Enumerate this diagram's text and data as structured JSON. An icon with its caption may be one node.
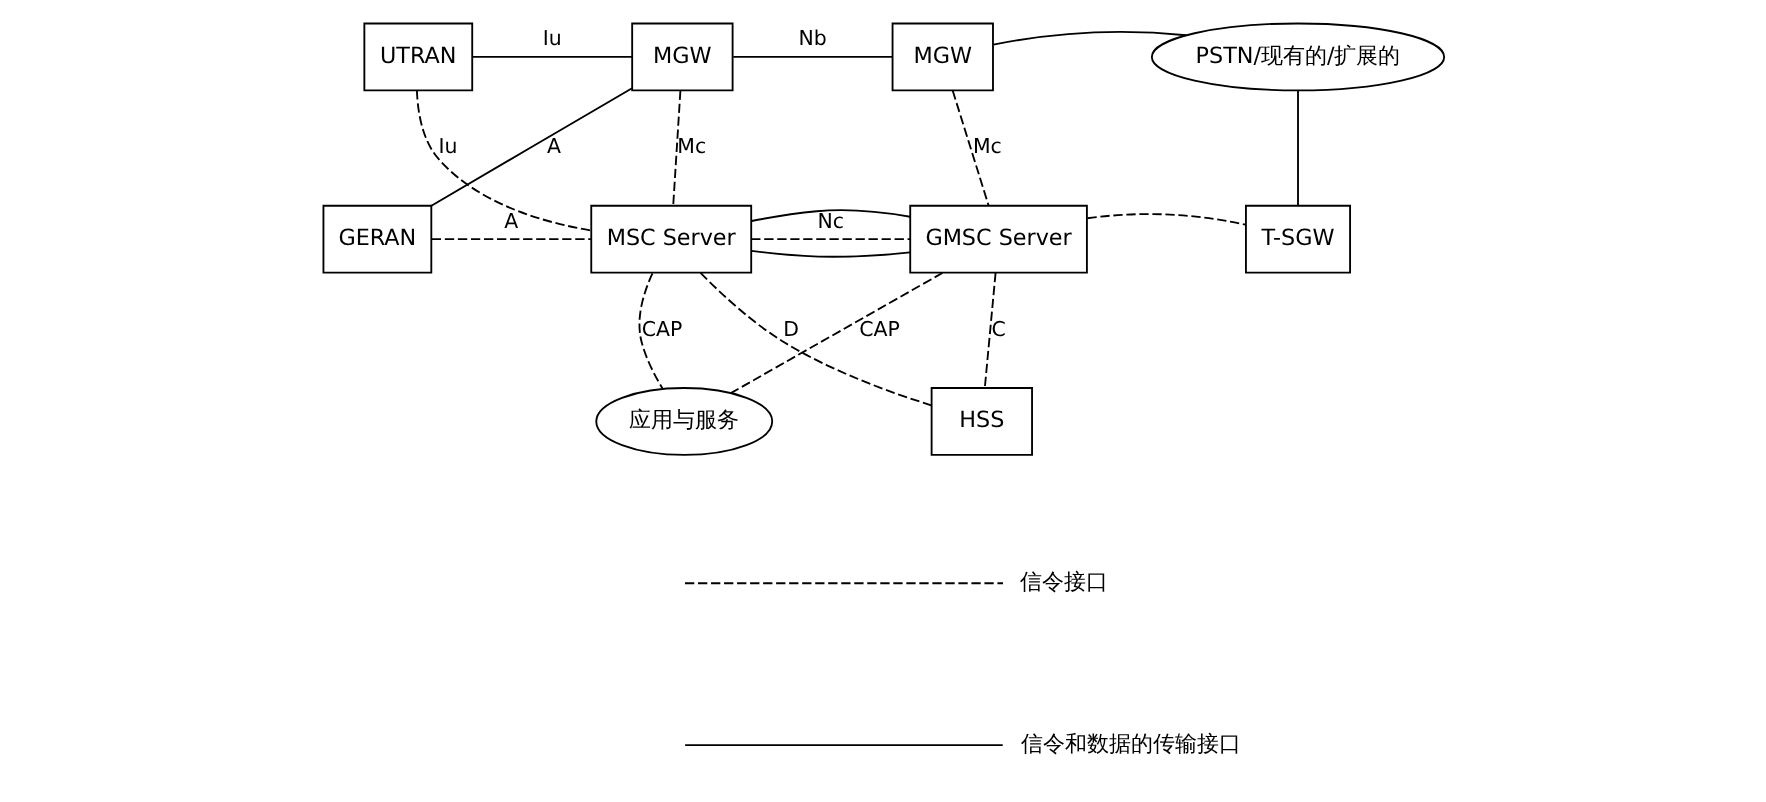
{
  "diagram": {
    "nodes": [
      {
        "text": [
          "UTRAN"
        ]
      },
      {
        "text": [
          "MGW"
        ]
      },
      {
        "text": [
          "MGW"
        ]
      },
      {
        "text": [
          "PSTN/现有的/扩展的"
        ]
      },
      {
        "text": [
          "GERAN"
        ]
      },
      {
        "text": [
          "MSC Server"
        ]
      },
      {
        "text": [
          "GMSC Server"
        ]
      },
      {
        "text": [
          "T-SGW"
        ]
      },
      {
        "text": [
          "应用与服务"
        ]
      },
      {
        "text": [
          "HSS"
        ]
      }
    ],
    "edges": [
      {
        "from": 0,
        "to": 1,
        "arrow": "none",
        "label": "Iu"
      },
      {
        "from": 0,
        "to": 5,
        "arrow": "none",
        "label": "Iu",
        "style": "dashed"
      },
      {
        "from": 4,
        "to": 1,
        "arrow": "none",
        "label": "A"
      },
      {
        "from": 4,
        "to": 5,
        "arrow": "none",
        "label": "A",
        "style": "dashed"
      },
      {
        "from": 1,
        "to": 2,
        "arrow": "none",
        "label": "Nb"
      },
      {
        "from": 1,
        "to": 5,
        "arrow": "none",
        "label": "Mc",
        "style": "dashed"
      },
      {
        "from": 2,
        "to": 6,
        "arrow": "none",
        "label": "Mc",
        "style": "dashed"
      },
      {
        "from": 5,
        "to": 6,
        "arrow": "none"
      },
      {
        "from": 2,
        "to": 3,
        "arrow": "none"
      },
      {
        "from": 5,
        "to": 6,
        "arrow": "none",
        "label": "Nc",
        "style": "dashed"
      },
      {
        "from": 5,
        "to": 6,
        "arrow": "none"
      },
      {
        "from": 6,
        "to": 7,
        "arrow": "none",
        "style": "dashed"
      },
      {
        "from": 7,
        "to": 3,
        "arrow": "none"
      },
      {
        "from": 5,
        "to": 8,
        "arrow": "none",
        "label": "CAP",
        "style": "dashed"
      },
      {
        "from": 6,
        "to": 8,
        "arrow": "none",
        "label": "CAP",
        "style": "dashed"
      },
      {
        "from": 5,
        "to": 9,
        "arrow": "none",
        "label": "D",
        "style": "dashed"
      },
      {
        "from": 6,
        "to": 9,
        "arrow": "none",
        "label": "C",
        "style": "dashed"
      }
    ],
    "legend": [
      {
        "text": "信令接口"
      },
      {
        "text": "信令和数据的传输接口"
      }
    ]
  }
}
